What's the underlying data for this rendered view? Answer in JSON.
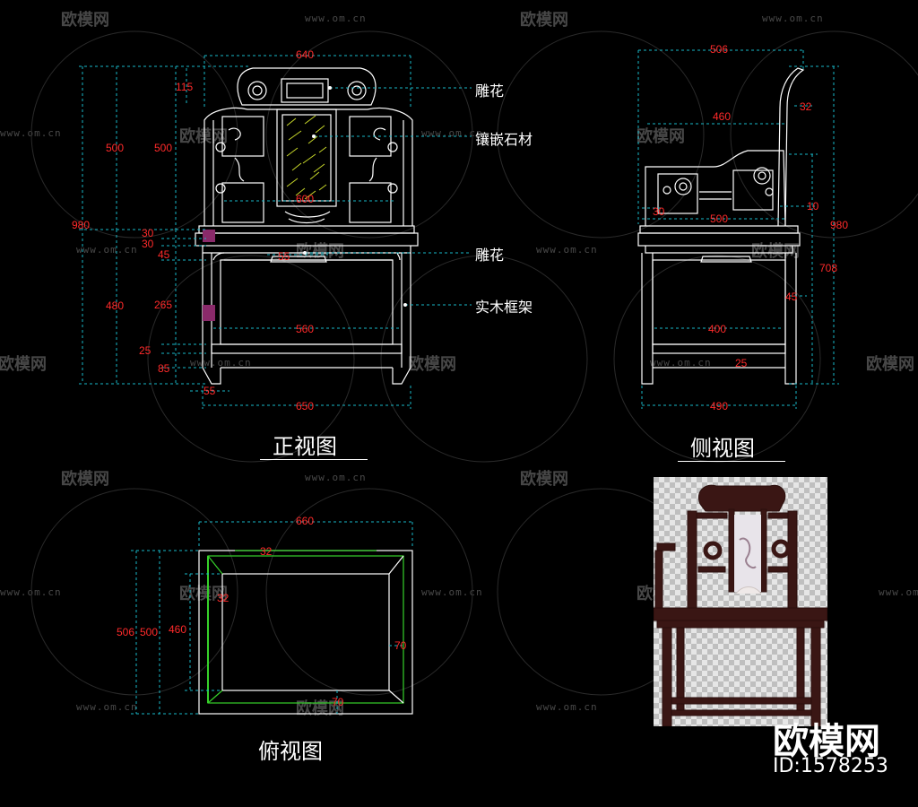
{
  "front_view": {
    "title": "正视图",
    "callouts": [
      "雕花",
      "镶嵌石材",
      "雕花",
      "实木框架"
    ],
    "dims": [
      "640",
      "115",
      "500",
      "500",
      "980",
      "30",
      "30",
      "45",
      "480",
      "265",
      "25",
      "85",
      "55",
      "600",
      "55",
      "560",
      "650"
    ]
  },
  "side_view": {
    "title": "侧视图",
    "dims": [
      "506",
      "32",
      "460",
      "30",
      "10",
      "500",
      "980",
      "708",
      "45",
      "400",
      "25",
      "490"
    ]
  },
  "top_view": {
    "title": "俯视图",
    "dims": [
      "660",
      "32",
      "506",
      "500",
      "460",
      "32",
      "70",
      "70"
    ]
  },
  "watermark": {
    "text": "欧模网",
    "url": "www.om.cn"
  },
  "brand": {
    "name": "欧模网",
    "id": "ID:1578253"
  },
  "colors": {
    "line": "#ffffff",
    "dimension": "#ff2a2a",
    "extension": "#18b8c8",
    "inlay": "#c8d82a",
    "top_rim": "#36d12a"
  }
}
